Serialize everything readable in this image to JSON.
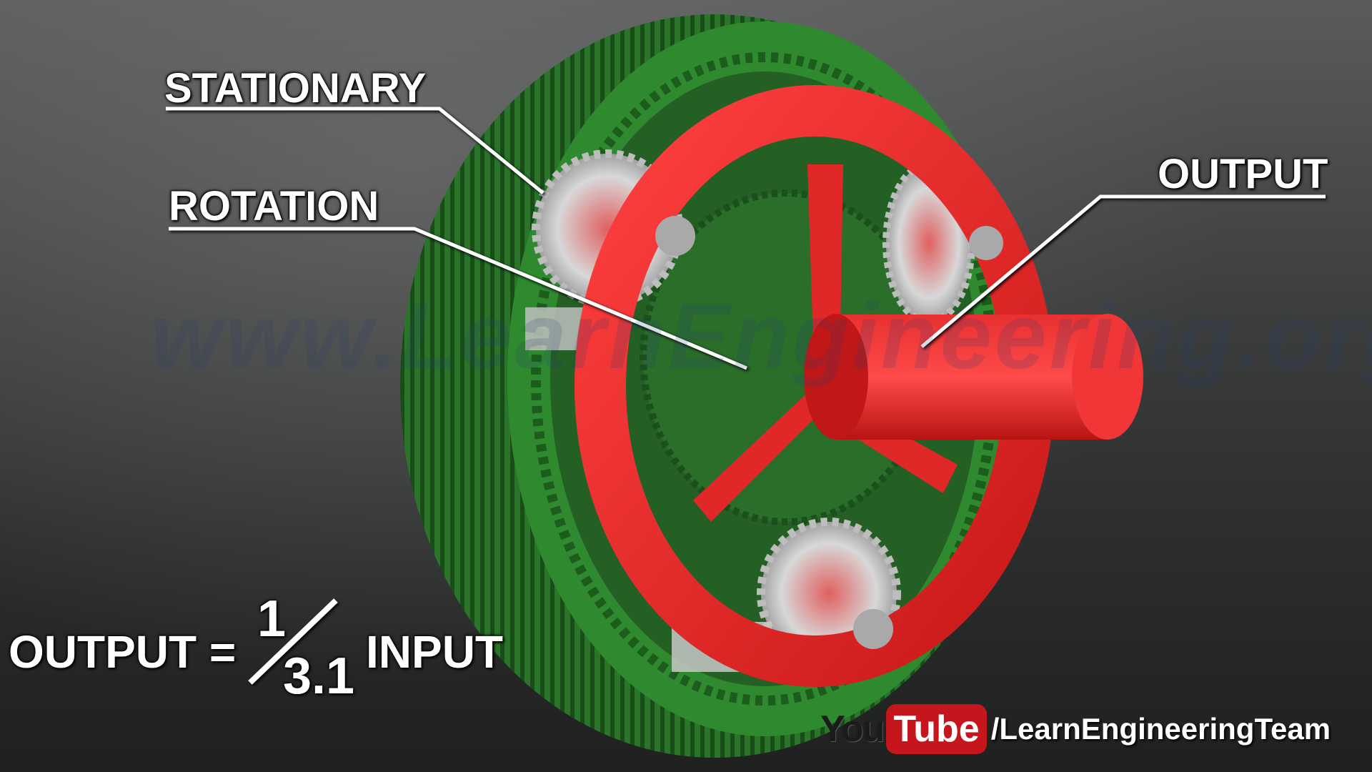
{
  "labels": {
    "stationary": "STATIONARY",
    "rotation": "ROTATION",
    "output": "OUTPUT"
  },
  "formula": {
    "left": "OUTPUT =",
    "numerator": "1",
    "denominator": "3.1",
    "right": "INPUT"
  },
  "watermark": "www.LearnEngineering.org",
  "branding": {
    "you": "You",
    "tube": "Tube",
    "channel": "/LearnEngineeringTeam"
  },
  "colors": {
    "ring_gear": "#2e7d2e",
    "carrier": "#e02a2a",
    "planet_gear": "#c8c8c8",
    "background": "#3d3f3f",
    "youtube_red": "#c4161c"
  }
}
